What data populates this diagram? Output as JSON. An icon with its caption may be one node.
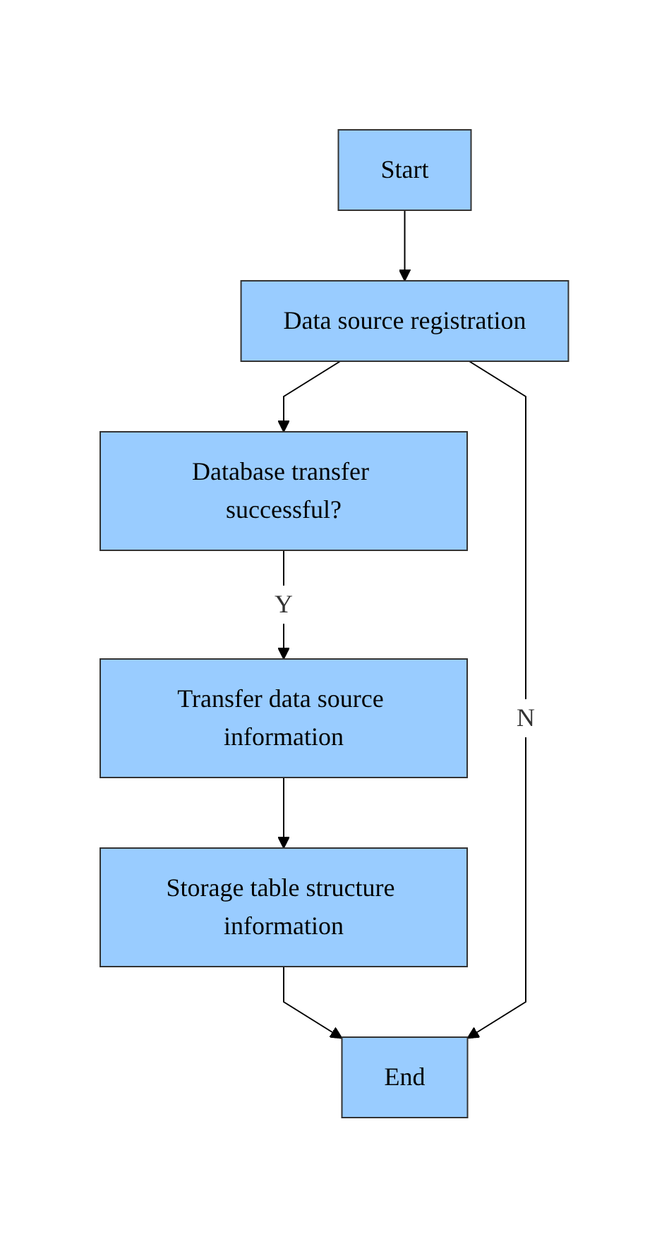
{
  "diagram": {
    "nodes": [
      {
        "text": [
          "Start"
        ]
      },
      {
        "text": [
          "Data source registration"
        ]
      },
      {
        "text": [
          "Database transfer successful?"
        ]
      },
      {
        "text": [
          "Transfer data source information"
        ]
      },
      {
        "text": [
          "Storage table structure information"
        ]
      },
      {
        "text": [
          "End"
        ]
      }
    ],
    "edges": [
      {
        "from": 0,
        "to": 1,
        "arrow": "to"
      },
      {
        "from": 1,
        "to": 2,
        "arrow": "to"
      },
      {
        "from": 2,
        "to": 3,
        "arrow": "to",
        "label": "Y"
      },
      {
        "from": 3,
        "to": 4,
        "arrow": "to"
      },
      {
        "from": 4,
        "to": 5,
        "arrow": "to"
      },
      {
        "from": 1,
        "to": 5,
        "arrow": "to",
        "label": "N"
      }
    ]
  }
}
